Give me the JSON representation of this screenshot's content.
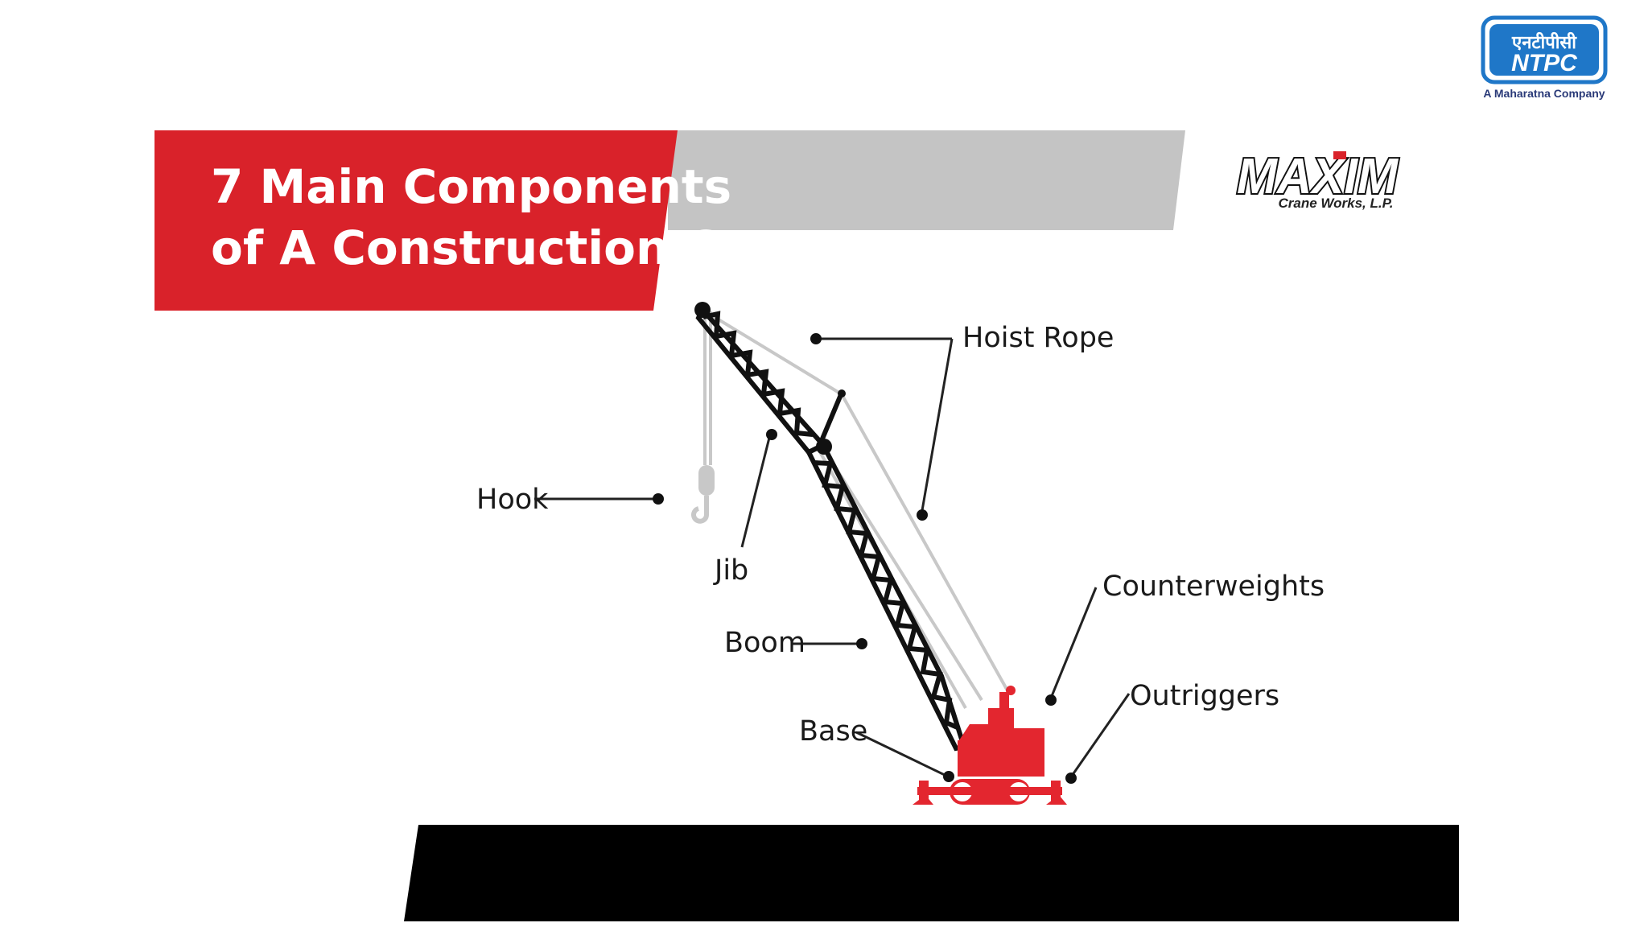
{
  "title": {
    "line1": "7 Main Components",
    "line2": "of A Construction Crane"
  },
  "logos": {
    "ntpc": {
      "hindi": "एनटीपीसी",
      "name": "NTPC",
      "tagline": "A Maharatna Company"
    },
    "maxim": {
      "name": "MAXIM",
      "subtitle": "Crane Works, L.P."
    }
  },
  "labels": {
    "hoist_rope": "Hoist Rope",
    "hook": "Hook",
    "jib": "Jib",
    "boom": "Boom",
    "base": "Base",
    "counterweights": "Counterweights",
    "outriggers": "Outriggers"
  },
  "colors": {
    "banner_red": "#d9222a",
    "banner_gray": "#c4c4c4",
    "crane_red": "#e3262f",
    "lattice": "#111111",
    "rope": "#c8c8c8",
    "ground": "#000000",
    "ntpc_blue": "#1f77c8"
  }
}
